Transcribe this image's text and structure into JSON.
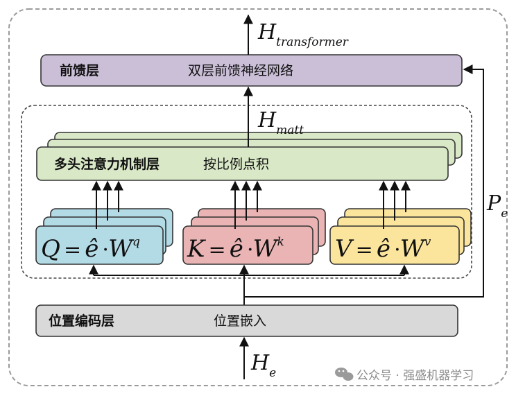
{
  "colors": {
    "ffn_fill": "#cbbfd8",
    "attn_fill": "#d9e8c6",
    "q_fill": "#b3dbe6",
    "k_fill": "#eab4b4",
    "v_fill": "#fbe59d",
    "pos_fill": "#d9d9d9",
    "stroke": "#333333"
  },
  "ffn": {
    "name": "前馈层",
    "desc": "双层前馈神经网络"
  },
  "attention": {
    "name": "多头注意力机制层",
    "desc": "按比例点积"
  },
  "position": {
    "name": "位置编码层",
    "desc": "位置嵌入"
  },
  "labels": {
    "h_out": "H",
    "h_out_sub": "transformer",
    "h_matt": "H",
    "h_matt_sub": "matt",
    "pe": "P",
    "pe_sub": "e",
    "he": "H",
    "he_sub": "e"
  },
  "formulas": {
    "q": {
      "lhs": "Q",
      "eq": "=",
      "e": "ê",
      "dot": "·",
      "w": "W",
      "sup": "q"
    },
    "k": {
      "lhs": "K",
      "eq": "=",
      "e": "ê",
      "dot": "·",
      "w": "W",
      "sup": "k"
    },
    "v": {
      "lhs": "V",
      "eq": "=",
      "e": "ê",
      "dot": "·",
      "w": "W",
      "sup": "v"
    }
  },
  "watermark": {
    "icon": "wechat-icon",
    "text": "公众号 · 强盛机器学习"
  }
}
